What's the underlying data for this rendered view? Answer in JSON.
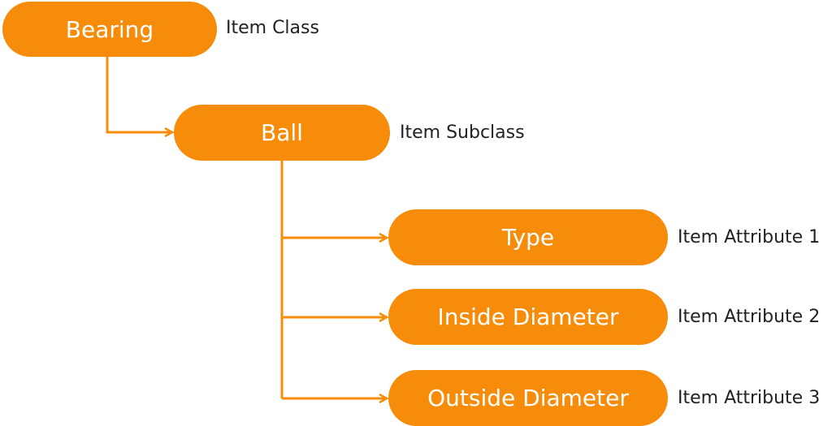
{
  "diagram": {
    "accent_color": "#f78c0a",
    "connector_color": "#f78c0a",
    "nodes": [
      {
        "id": "bearing",
        "label": "Bearing",
        "caption": "Item Class"
      },
      {
        "id": "ball",
        "label": "Ball",
        "caption": "Item Subclass"
      },
      {
        "id": "type",
        "label": "Type",
        "caption": "Item Attribute 1"
      },
      {
        "id": "inside",
        "label": "Inside Diameter",
        "caption": "Item Attribute 2"
      },
      {
        "id": "outside",
        "label": "Outside Diameter",
        "caption": "Item Attribute 3"
      }
    ],
    "edges": [
      {
        "from": "bearing",
        "to": "ball"
      },
      {
        "from": "ball",
        "to": "type"
      },
      {
        "from": "ball",
        "to": "inside"
      },
      {
        "from": "ball",
        "to": "outside"
      }
    ]
  }
}
